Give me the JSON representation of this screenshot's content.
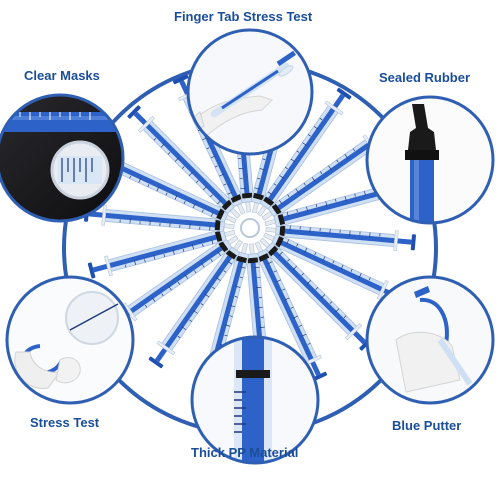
{
  "labels": {
    "top": "Finger Tab Stress Test",
    "top_left": "Clear Masks",
    "top_right": "Sealed Rubber",
    "bottom_left": "Stress Test",
    "bottom_right": "Blue Putter",
    "bottom": "Thick PP Material"
  },
  "colors": {
    "ring": "#2f5fb3",
    "label": "#1a4e9a",
    "plunger": "#2d62c9",
    "plunger_dark": "#1f4fb0",
    "barrel": "#cfe0f5",
    "scale": "#1d3a7a"
  },
  "photo_subjects": {
    "top": "glove-hand-bending-syringe",
    "top_left": "syringe-scale-magnified-dark",
    "top_right": "black-rubber-stopper",
    "bottom_left": "bent-blue-plunger-in-fingers",
    "bottom_right": "gloved-hand-blue-plunger",
    "bottom": "syringe-barrel-closeup"
  }
}
